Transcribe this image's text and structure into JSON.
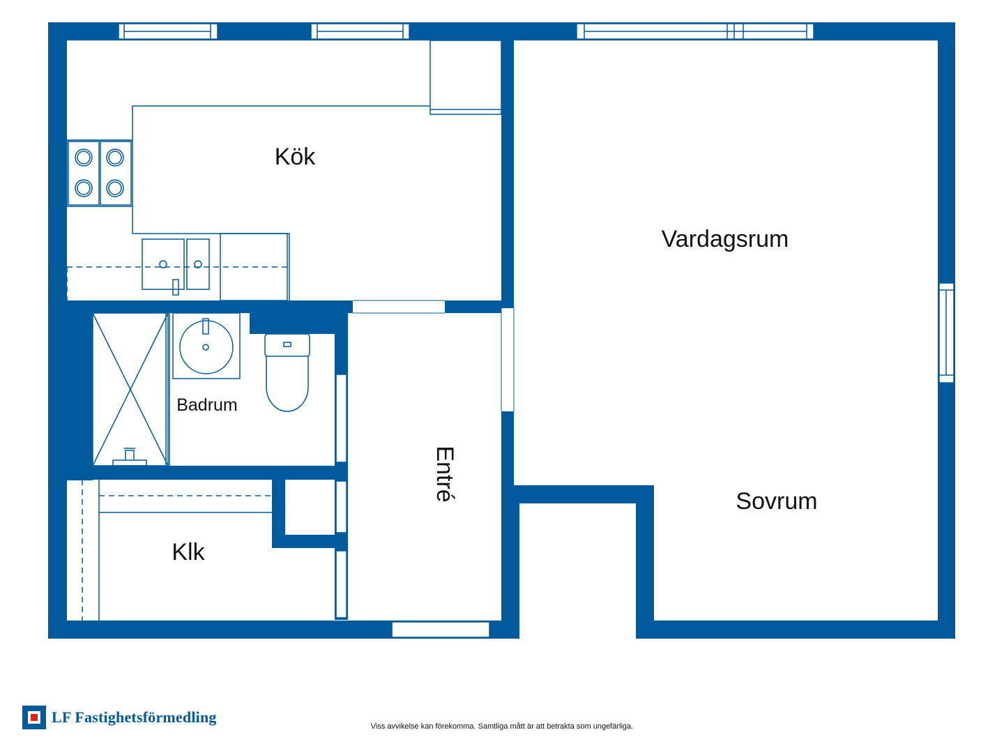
{
  "colors": {
    "wall": "#005a9c",
    "line": "#005a9c",
    "background": "#ffffff",
    "logo_red": "#e2231a"
  },
  "rooms": {
    "kok": "Kök",
    "vardagsrum": "Vardagsrum",
    "badrum": "Badrum",
    "entre": "Entré",
    "sovrum": "Sovrum",
    "klk": "Klk"
  },
  "footer": {
    "logo_text": "LF Fastighetsförmedling",
    "disclaimer": "Viss avvikelse kan förekomma. Samtliga mått är att betrakta som ungefärliga."
  }
}
